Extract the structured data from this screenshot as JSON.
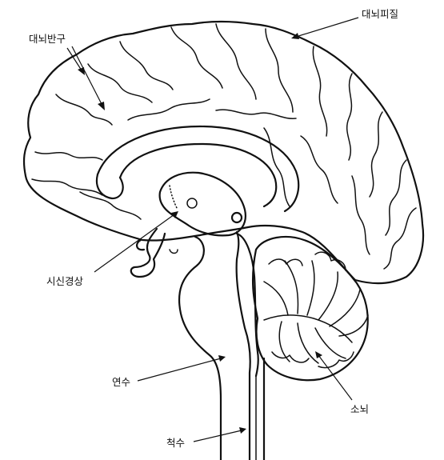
{
  "labels": {
    "cerebral_hemisphere": "대뇌반구",
    "cerebral_cortex": "대뇌피질",
    "pituitary_stalk": "시신경상",
    "medulla": "연수",
    "cerebellum": "소뇌",
    "spinal_cord": "척수"
  }
}
